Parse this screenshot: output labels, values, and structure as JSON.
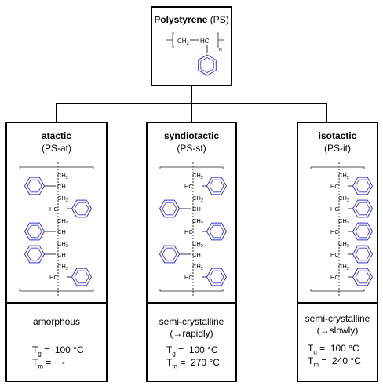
{
  "root": {
    "name": "Polystyrene",
    "abbr": "(PS)",
    "formula": {
      "left": "CH",
      "left_sub": "2",
      "right": "HC",
      "repeat": "n"
    }
  },
  "columns": [
    {
      "id": "atactic",
      "name": "atactic",
      "abbr": "(PS-at)",
      "morphology": [
        "amorphous"
      ],
      "tg_label": "T",
      "tg_sub": "g",
      "tg_value": "=  100 °C",
      "tm_label": "T",
      "tm_sub": "m",
      "tm_value": "=    -",
      "phenyl_sides": [
        "L",
        "R",
        "L",
        "L",
        "R"
      ]
    },
    {
      "id": "syndiotactic",
      "name": "syndiotactic",
      "abbr": "(PS-st)",
      "morphology": [
        "semi-crystalline",
        "(→rapidly)"
      ],
      "tg_label": "T",
      "tg_sub": "g",
      "tg_value": "=  100 °C",
      "tm_label": "T",
      "tm_sub": "m",
      "tm_value": "=  270 °C",
      "phenyl_sides": [
        "R",
        "L",
        "R",
        "L",
        "R"
      ]
    },
    {
      "id": "isotactic",
      "name": "isotactic",
      "abbr": "(PS-it)",
      "morphology": [
        "semi-crystalline",
        "(→slowly)"
      ],
      "tg_label": "T",
      "tg_sub": "g",
      "tg_value": "=  100 °C",
      "tm_label": "T",
      "tm_sub": "m",
      "tm_value": "=  240 °C",
      "phenyl_sides": [
        "R",
        "R",
        "R",
        "R",
        "R"
      ]
    }
  ],
  "chain_labels": {
    "ch2": "CH",
    "ch2_sub": "2",
    "ch_left": "CH",
    "ch_right": "HC"
  },
  "colors": {
    "line": "#000000",
    "ring": "#3333cc",
    "bracket": "#555555"
  }
}
